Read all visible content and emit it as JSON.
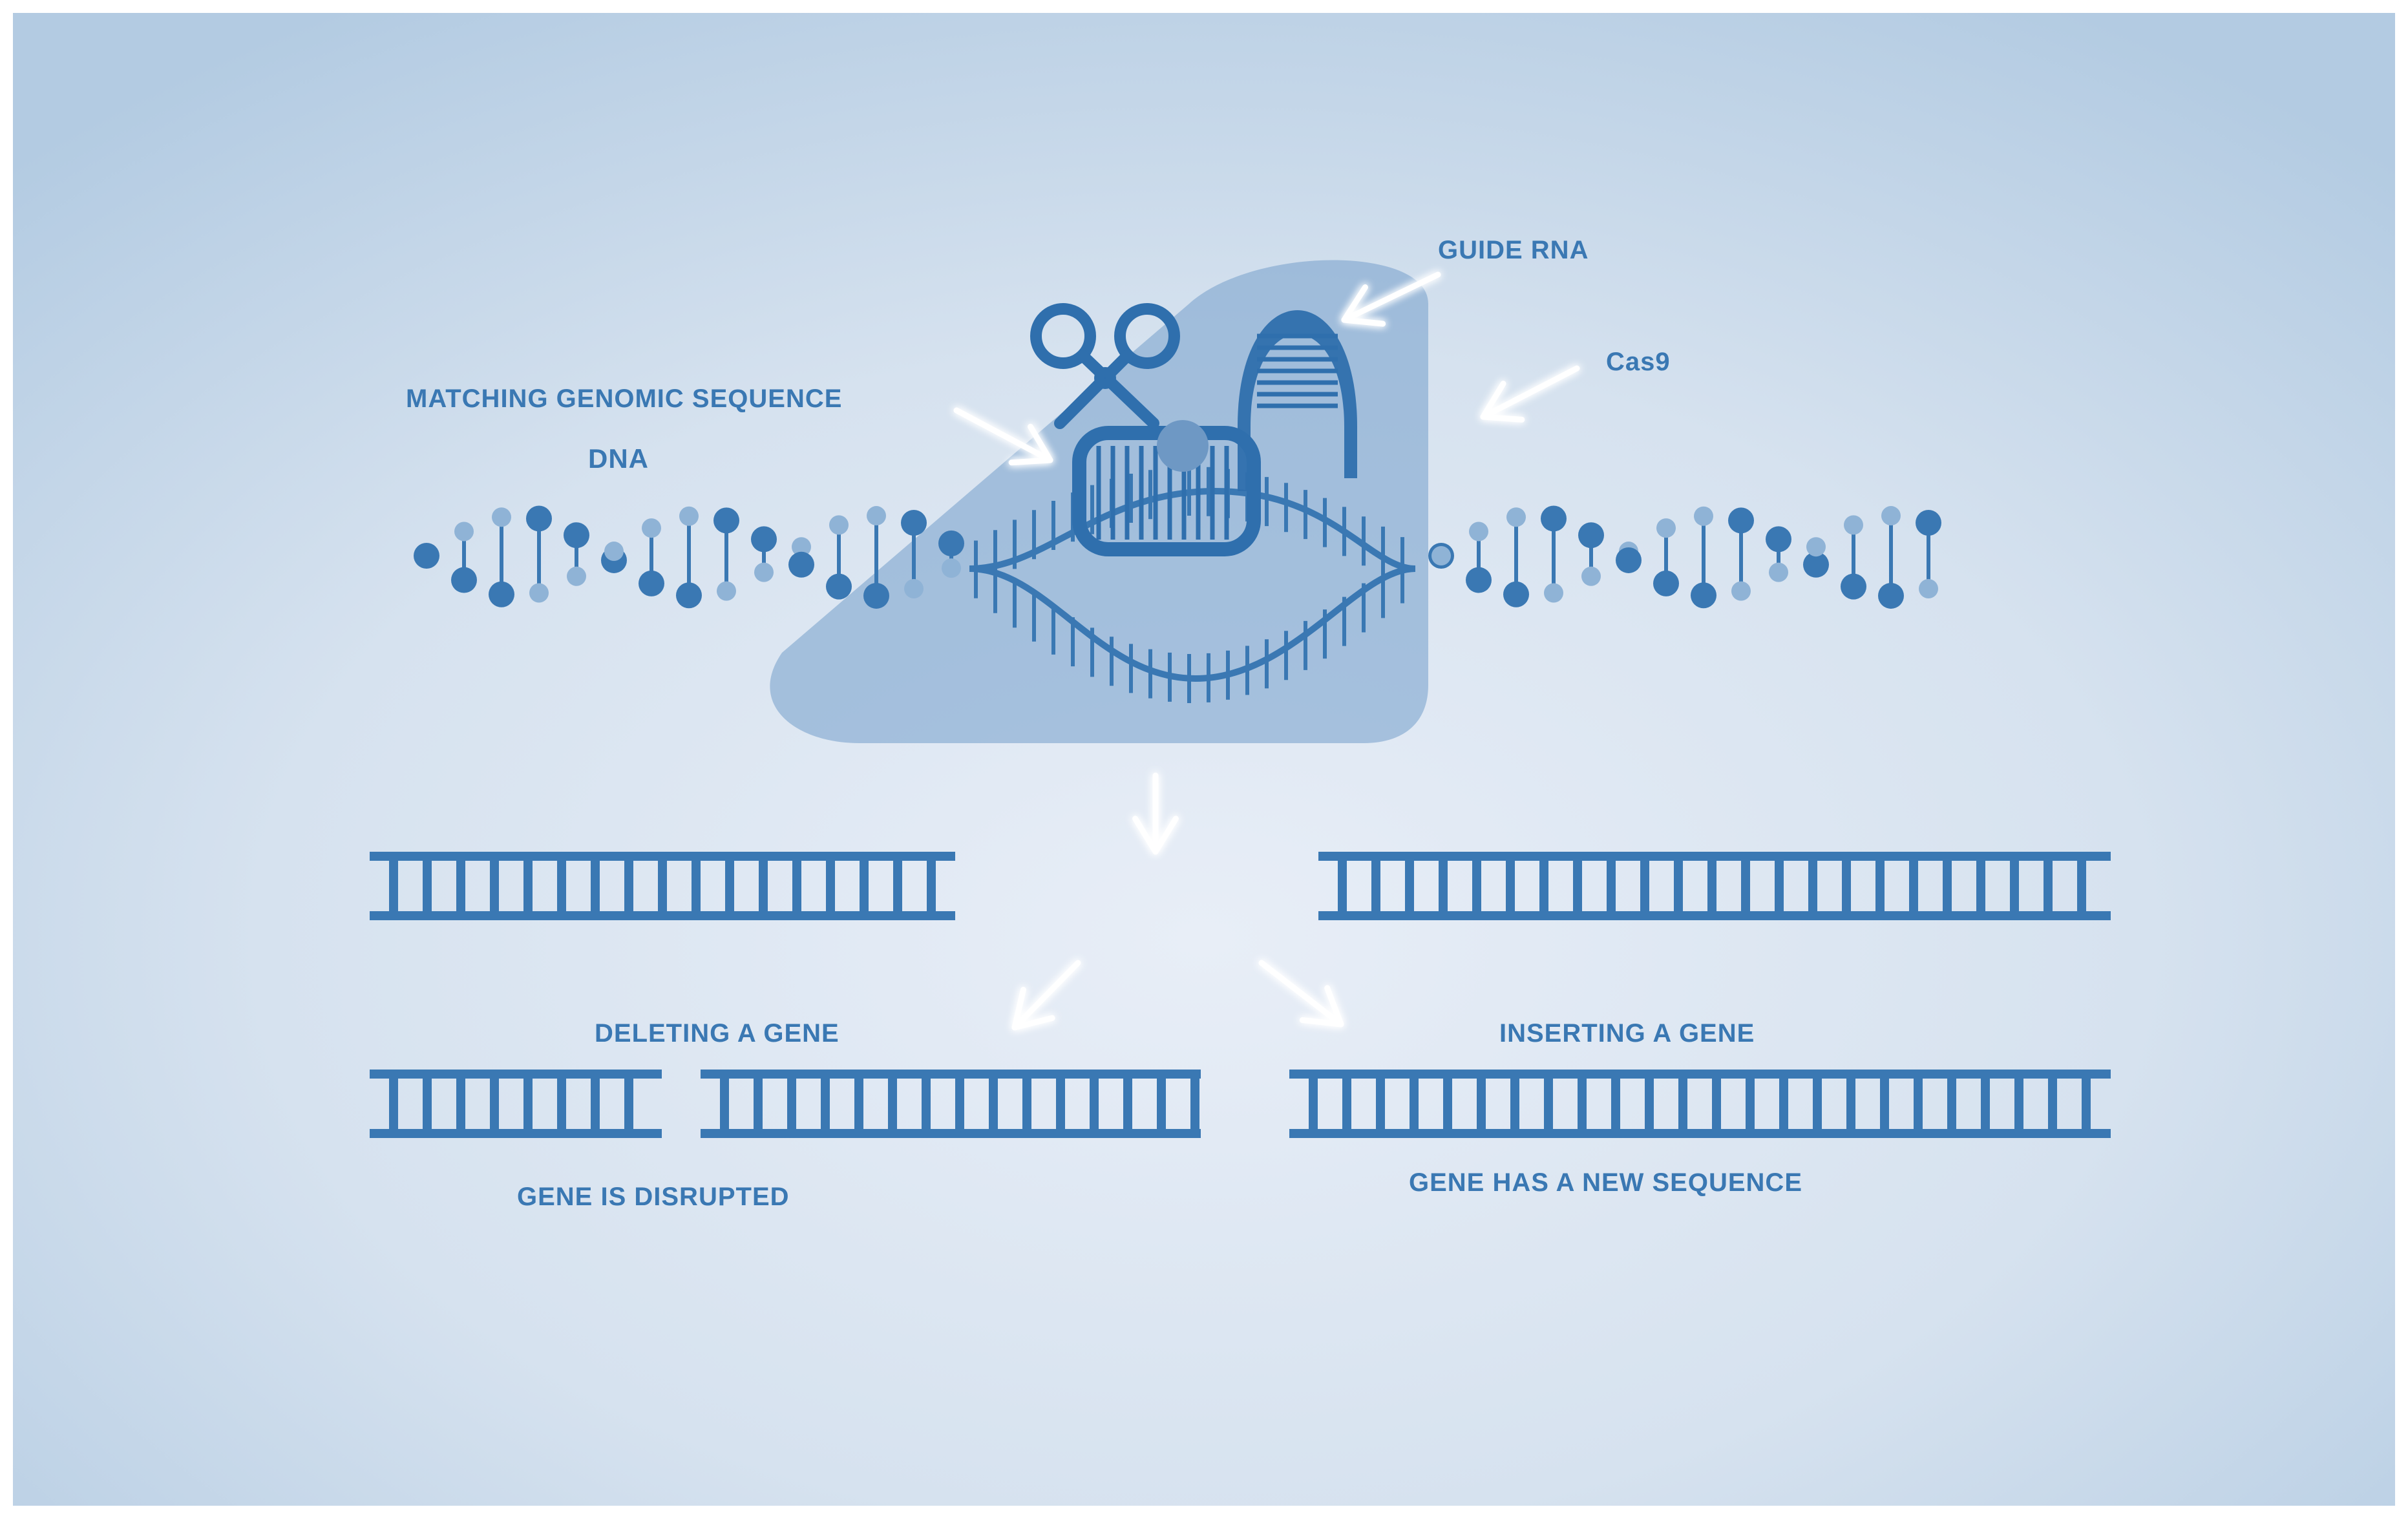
{
  "labels": {
    "matching_genomic_sequence": "MATCHING GENOMIC SEQUENCE",
    "dna": "DNA",
    "guide_rna": "GUIDE RNA",
    "cas9": "Cas9",
    "deleting_a_gene": "DELETING A GENE",
    "inserting_a_gene": "INSERTING A GENE",
    "gene_is_disrupted": "GENE IS DISRUPTED",
    "gene_has_a_new_sequence": "GENE HAS A NEW SEQUENCE"
  },
  "icons": [
    "scissors-icon",
    "arrow-icon"
  ],
  "colors": {
    "background_center": "#e6edf6",
    "background_edge": "#b4cce3",
    "dna_dark": "#3a78b3",
    "dna_light": "#8fb3d6",
    "protein_shape": "#8eb2d5",
    "arrow_glow": "#ffffff"
  }
}
